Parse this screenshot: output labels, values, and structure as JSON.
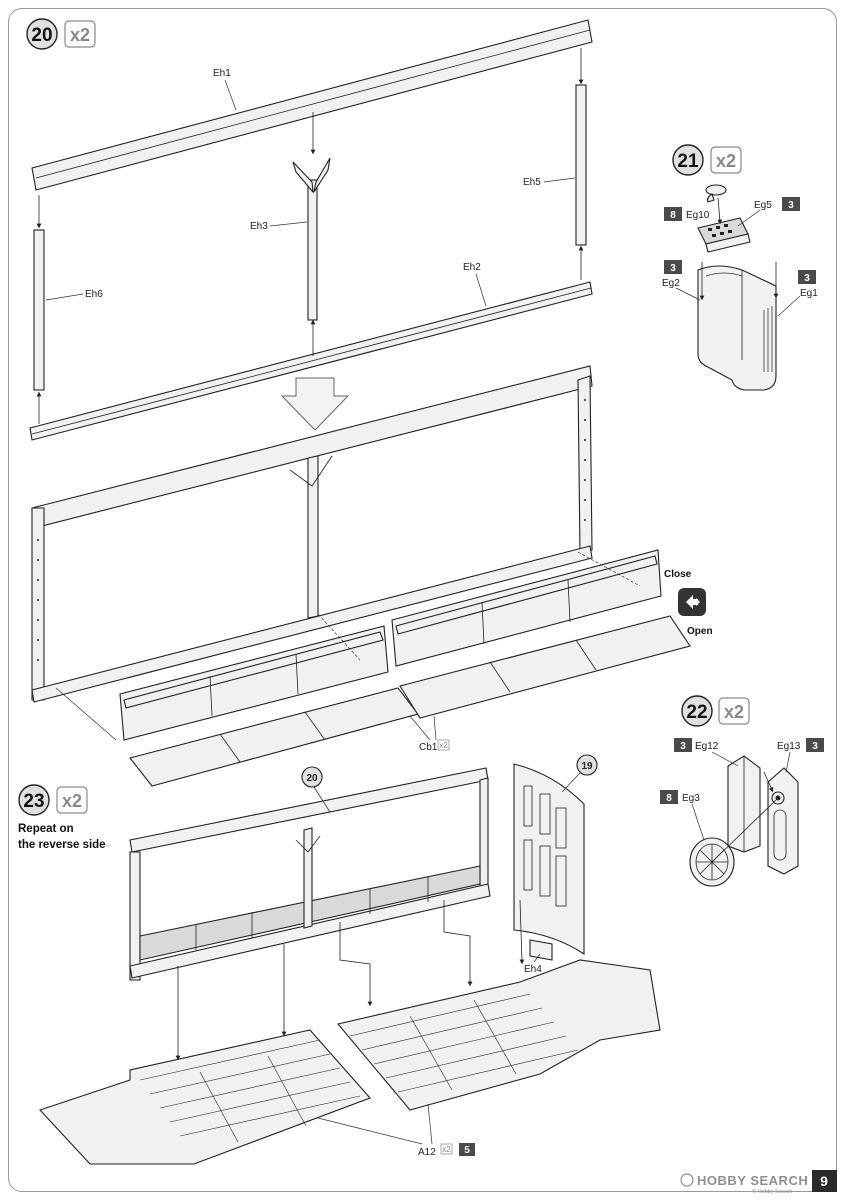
{
  "page": {
    "number": "9"
  },
  "watermark": {
    "brand": "HOBBY SEARCH",
    "small": "© Hobby Search"
  },
  "steps": {
    "s20": {
      "number": "20",
      "multiplier": "x2"
    },
    "s21": {
      "number": "21",
      "multiplier": "x2"
    },
    "s22": {
      "number": "22",
      "multiplier": "x2"
    },
    "s23": {
      "number": "23",
      "multiplier": "x2",
      "note_line1": "Repeat on",
      "note_line2": "the reverse side"
    }
  },
  "step20_parts": {
    "eh1": "Eh1",
    "eh2": "Eh2",
    "eh3": "Eh3",
    "eh5": "Eh5",
    "eh6": "Eh6",
    "cb1": "Cb1",
    "cb1_mult": "x2"
  },
  "step20_option": {
    "close": "Close",
    "open": "Open"
  },
  "step21_parts": {
    "eg10": "Eg10",
    "eg10_color": "8",
    "eg5": "Eg5",
    "eg5_color": "3",
    "eg2": "Eg2",
    "eg2_color": "3",
    "eg1": "Eg1",
    "eg1_color": "3"
  },
  "step22_parts": {
    "eg12": "Eg12",
    "eg12_color": "3",
    "eg13": "Eg13",
    "eg13_color": "3",
    "eg3": "Eg3",
    "eg3_color": "8"
  },
  "step23_parts": {
    "ref20": "20",
    "ref19": "19",
    "eh4": "Eh4",
    "a12": "A12",
    "a12_mult": "x2",
    "a12_color": "5"
  },
  "colors": {
    "paint_chip": "#4a4a4a",
    "multiplier_gray": "#8a8a8a",
    "frame_gray": "#9a9a9a"
  }
}
